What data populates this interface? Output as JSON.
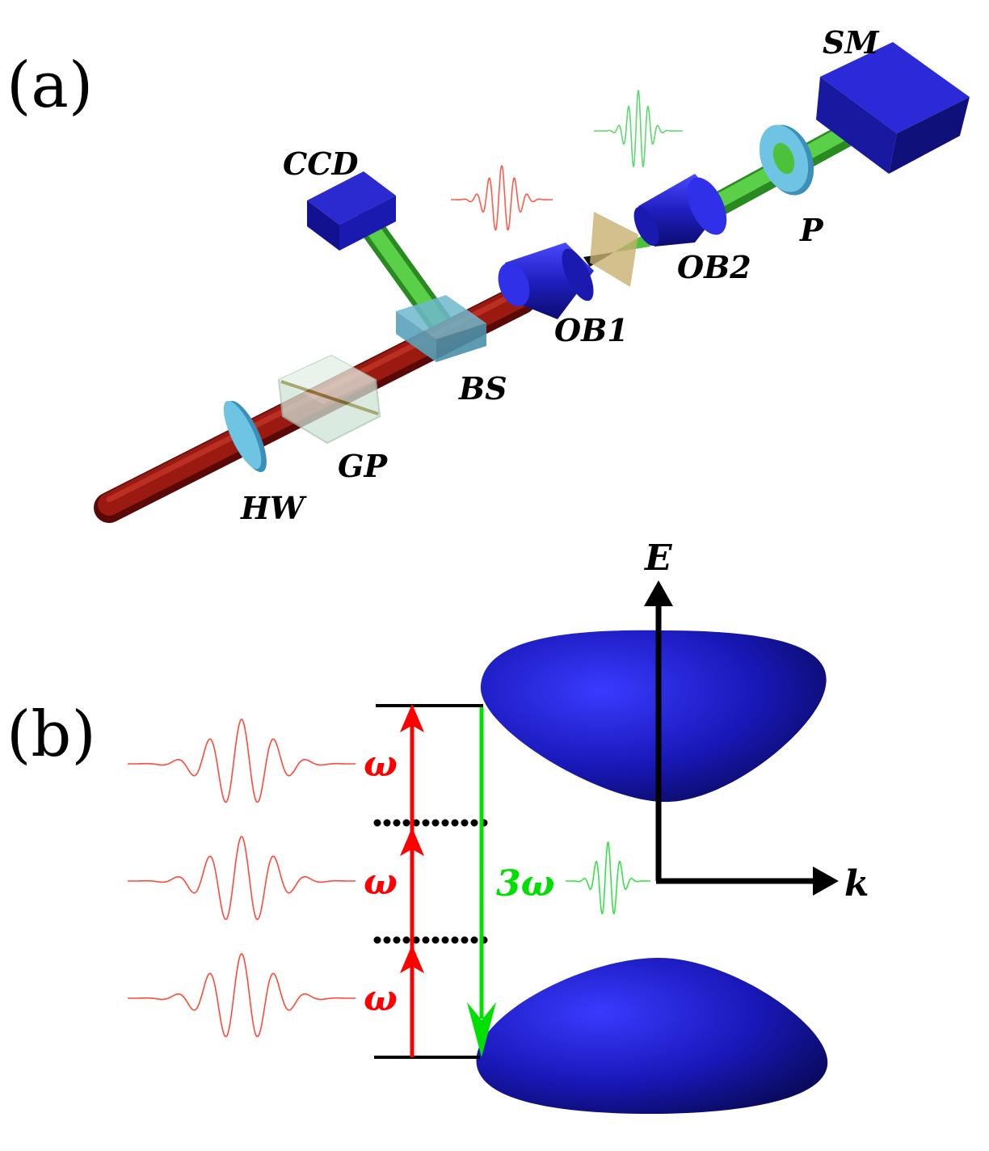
{
  "panel_a": {
    "label": "(a)",
    "components": {
      "sm": "SM",
      "ccd": "CCD",
      "p": "P",
      "ob2": "OB2",
      "ob1": "OB1",
      "bs": "BS",
      "gp": "GP",
      "hw": "HW"
    }
  },
  "panel_b": {
    "label": "(b)",
    "axis_e": "E",
    "axis_k": "k",
    "omega_1": "ω",
    "omega_2": "ω",
    "omega_3": "ω",
    "third_harmonic": "3ω"
  },
  "colors": {
    "fundamental_beam": "#9a1a12",
    "harmonic_beam": "#4cc23a",
    "optics_blue": "#1a1aa8",
    "band_blue": "#1818b8",
    "photon_red": "#ff0000",
    "photon_green": "#00e000",
    "waveplate_cyan": "#5fb8d8"
  }
}
